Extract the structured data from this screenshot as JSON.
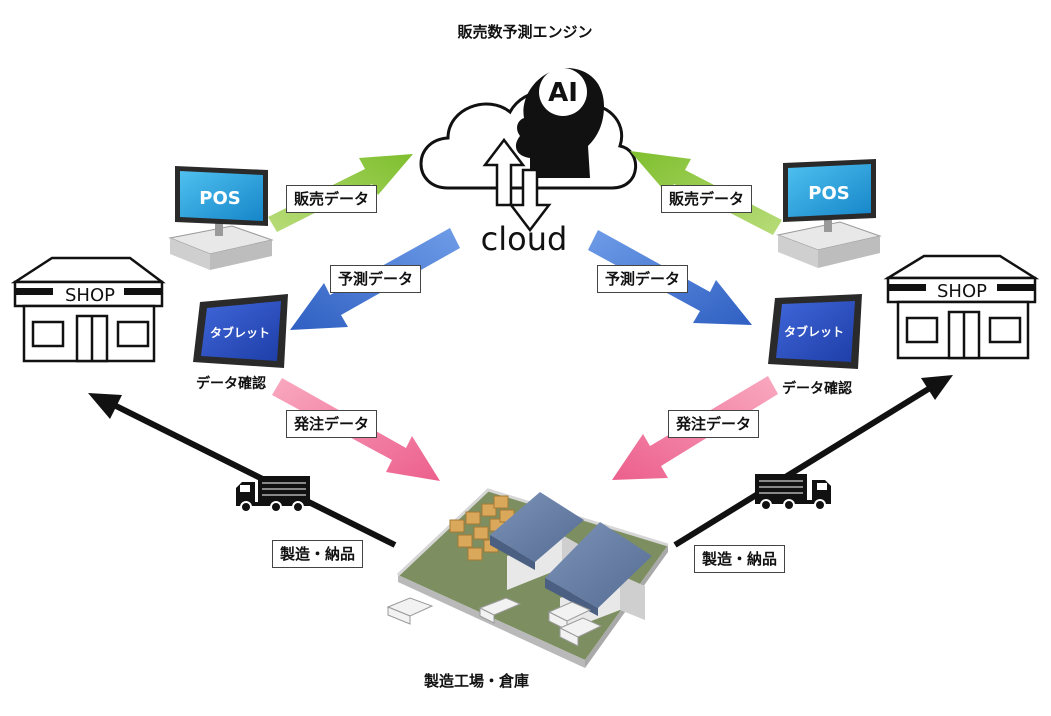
{
  "title": "販売数予測エンジン",
  "cloud": {
    "ai_label": "AI",
    "cloud_label": "cloud"
  },
  "left": {
    "pos_label": "POS",
    "tablet_label": "タブレット",
    "tablet_caption": "データ確認",
    "shop_label": "SHOP",
    "sales_data": "販売データ",
    "forecast_data": "予測データ",
    "order_data": "発注データ",
    "delivery": "製造・納品"
  },
  "right": {
    "pos_label": "POS",
    "tablet_label": "タブレット",
    "tablet_caption": "データ確認",
    "shop_label": "SHOP",
    "sales_data": "販売データ",
    "forecast_data": "予測データ",
    "order_data": "発注データ",
    "delivery": "製造・納品"
  },
  "factory_caption": "製造工場・倉庫",
  "colors": {
    "sales_arrow": "#8dc63f",
    "forecast_arrow": "#3a6fd1",
    "order_arrow": "#ef6f98",
    "delivery_arrow": "#111111",
    "screen_blue": "#1e9bd7",
    "tablet_blue": "#2b4fc7"
  },
  "icons": [
    "cloud-icon",
    "ai-head-icon",
    "pos-terminal-icon",
    "tablet-icon",
    "shop-icon",
    "truck-icon",
    "factory-icon"
  ]
}
